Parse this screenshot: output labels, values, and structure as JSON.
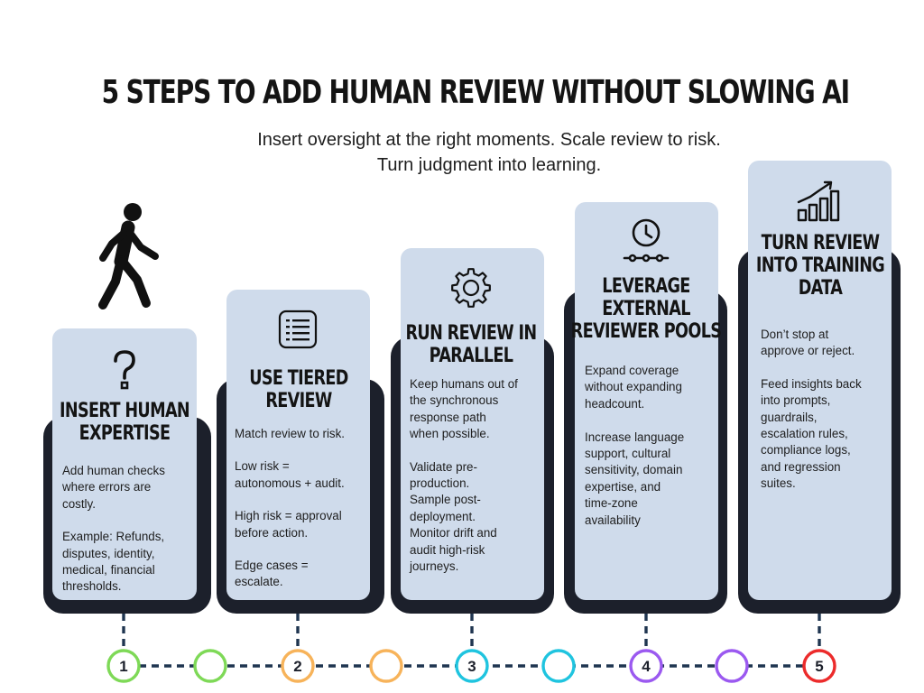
{
  "title": "5 STEPS TO ADD HUMAN REVIEW WITHOUT SLOWING AI",
  "subtitle_line1": "Insert oversight at the right moments. Scale review to risk.",
  "subtitle_line2": "Turn judgment into learning.",
  "colors": {
    "card": "#cfdbeb",
    "backing": "#1c202b",
    "green": "#7ed957",
    "orange": "#f7b35a",
    "cyan": "#1fc4df",
    "purple": "#9b59f0",
    "red": "#ec2b2b"
  },
  "steps": [
    {
      "number": "1",
      "icon": "question-icon",
      "title_lines": [
        "INSERT HUMAN",
        "EXPERTISE"
      ],
      "body": [
        "Add human checks\nwhere errors are\ncostly.",
        "Example: Refunds,\ndisputes, identity,\nmedical, financial\nthresholds."
      ]
    },
    {
      "number": "2",
      "icon": "list-icon",
      "title_lines": [
        "USE TIERED",
        "REVIEW"
      ],
      "body": [
        "Match review to risk.",
        "Low risk =\nautonomous + audit.",
        " High risk = approval\nbefore action.",
        "Edge cases =\nescalate."
      ]
    },
    {
      "number": "3",
      "icon": "gear-icon",
      "title_lines": [
        "RUN REVIEW IN",
        "PARALLEL"
      ],
      "body": [
        "Keep humans out of\nthe synchronous\nresponse path\nwhen possible.",
        "Validate pre-\nproduction.\n Sample post-\ndeployment.\n Monitor drift and\naudit high-risk\njourneys."
      ]
    },
    {
      "number": "4",
      "icon": "clock-icon",
      "title_lines": [
        "LEVERAGE",
        "EXTERNAL",
        "REVIEWER POOLS"
      ],
      "body": [
        "Expand coverage\nwithout expanding\nheadcount.",
        "\n Increase language\nsupport, cultural\nsensitivity, domain\nexpertise, and\ntime-zone\navailability"
      ]
    },
    {
      "number": "5",
      "icon": "growth-chart-icon",
      "title_lines": [
        "TURN REVIEW",
        "INTO TRAINING",
        "DATA"
      ],
      "body": [
        "Don’t stop at\napprove or reject.",
        "Feed insights back\ninto prompts,\nguardrails,\nescalation rules,\ncompliance logs,\nand regression\nsuites."
      ]
    }
  ]
}
